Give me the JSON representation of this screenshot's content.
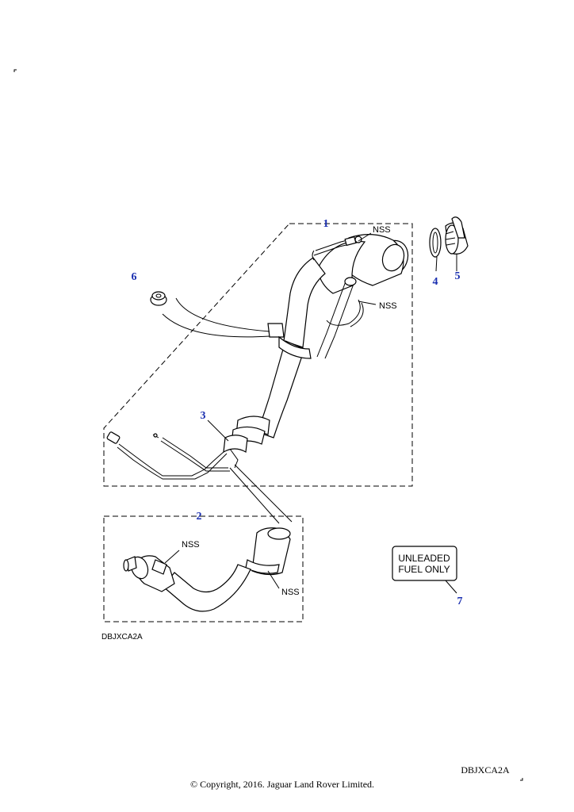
{
  "callouts": {
    "c1": "1",
    "c2": "2",
    "c3": "3",
    "c4": "4",
    "c5": "5",
    "c6": "6",
    "c7": "7"
  },
  "nss": {
    "nss_top": "NSS",
    "nss_right": "NSS",
    "nss_inset_left": "NSS",
    "nss_inset_right": "NSS"
  },
  "label": {
    "line1": "UNLEADED",
    "line2": "FUEL ONLY"
  },
  "codes": {
    "diagram_code": "DBJXCA2A",
    "page_code": "DBJXCA2A"
  },
  "footer": {
    "copyright": "© Copyright, 2016. Jaguar Land Rover Limited."
  },
  "colors": {
    "callout": "#1a2fb0",
    "line": "#000000"
  }
}
